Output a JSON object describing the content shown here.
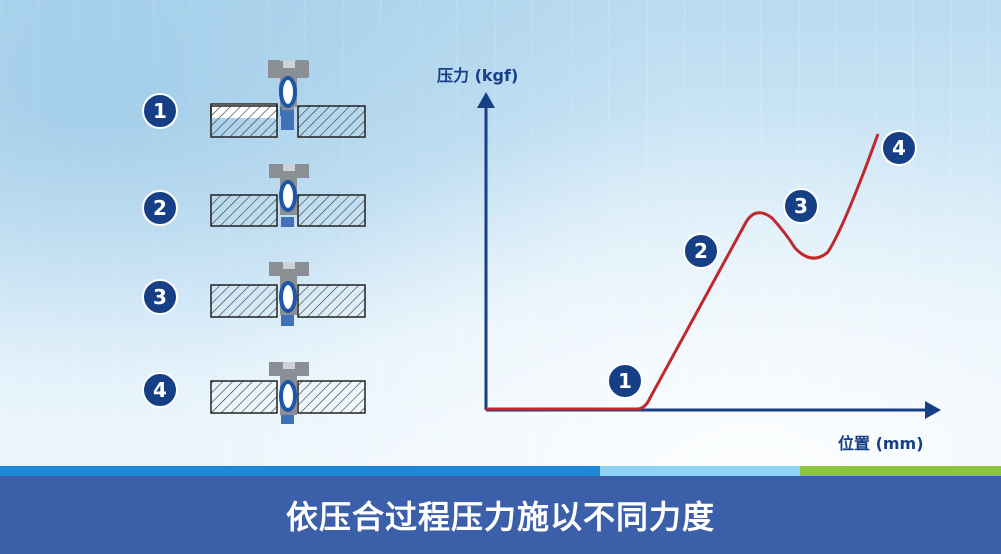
{
  "diagram": {
    "step_labels": [
      "1",
      "2",
      "3",
      "4"
    ],
    "y_axis_label": "压力 (kgf)",
    "x_axis_label": "位置 (mm)",
    "curve_markers": [
      "1",
      "2",
      "3",
      "4"
    ]
  },
  "banner": {
    "title": "依压合过程压力施以不同力度"
  },
  "colors": {
    "marker_fill": "#163f86",
    "axis": "#163f86",
    "curve": "#c0282e",
    "banner": "#3c5faa",
    "stripe_blue": "#1e88d8",
    "stripe_light": "#8fd4f4",
    "stripe_green": "#8cc63f"
  }
}
